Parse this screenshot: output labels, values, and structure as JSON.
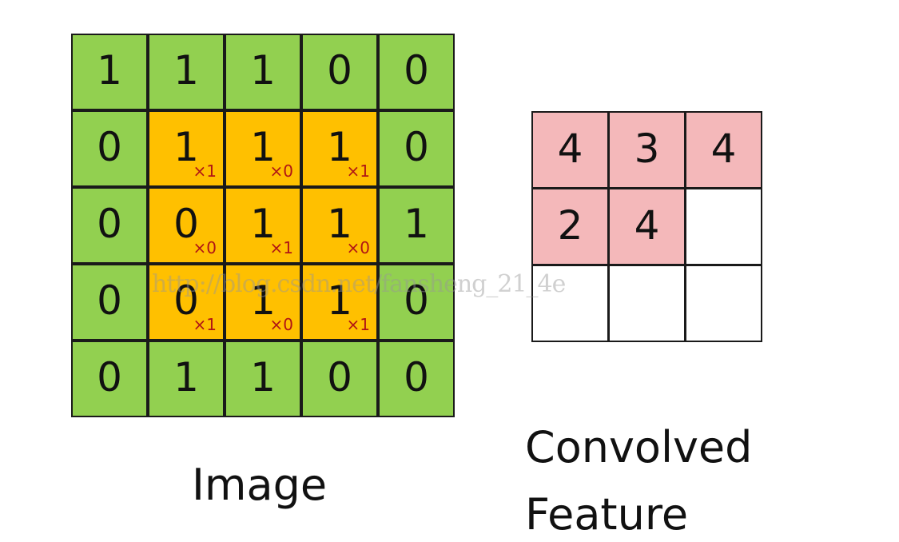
{
  "image_grid": {
    "rows": [
      [
        "1",
        "1",
        "1",
        "0",
        "0"
      ],
      [
        "0",
        "1",
        "1",
        "1",
        "0"
      ],
      [
        "0",
        "0",
        "1",
        "1",
        "1"
      ],
      [
        "0",
        "0",
        "1",
        "1",
        "0"
      ],
      [
        "0",
        "1",
        "1",
        "0",
        "0"
      ]
    ],
    "kernel_labels": [
      [
        "×1",
        "×0",
        "×1"
      ],
      [
        "×0",
        "×1",
        "×0"
      ],
      [
        "×1",
        "×0",
        "×1"
      ]
    ],
    "colors": {
      "outer": "#92d050",
      "kernel": "#ffc000"
    }
  },
  "convolved_grid": {
    "values": [
      "4",
      "3",
      "4",
      "2",
      "4",
      "",
      "",
      "",
      ""
    ],
    "colors": {
      "filled": "#f4b8ba",
      "empty": "#ffffff"
    }
  },
  "labels": {
    "image": "Image",
    "convolved_line1": "Convolved",
    "convolved_line2": "Feature"
  },
  "watermark": "http://blog.csdn.net/fansheng_21_4e"
}
